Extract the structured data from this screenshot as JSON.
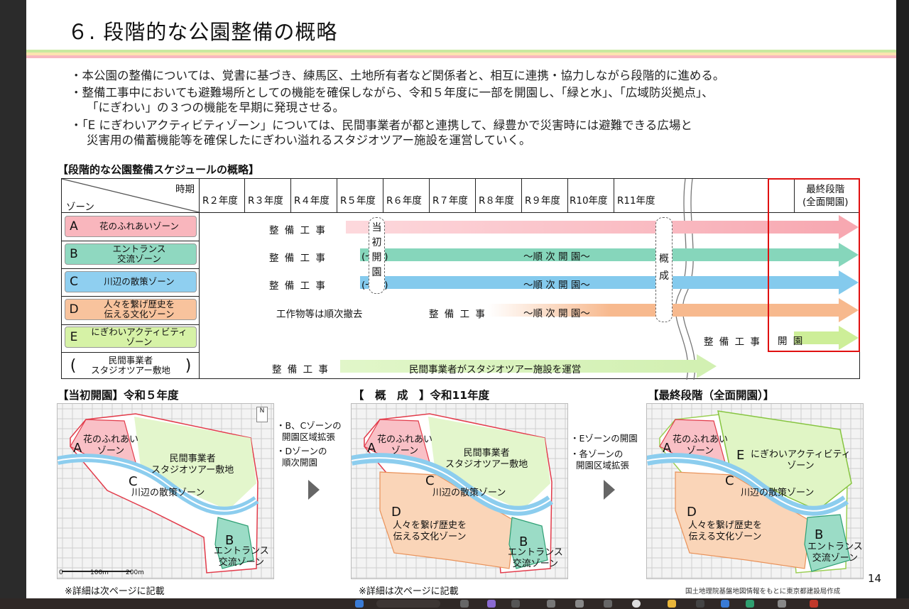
{
  "title": "６. 段階的な公園整備の概略",
  "bullets": [
    "・本公園の整備については、覚書に基づき、練馬区、土地所有者など関係者と、相互に連携・協力しながら段階的に進める。",
    "・整備工事中においても避難場所としての機能を確保しながら、令和５年度に一部を開園し、「緑と水」、「広域防災拠点」、",
    "「にぎわい」の３つの機能を早期に発現させる。",
    "・「E にぎわいアクティビティゾーン」については、民間事業者が都と連携して、緑豊かで災害時には避難できる広場と",
    "災害用の備蓄機能等を確保したにぎわい溢れるスタジオツアー施設を運営していく。"
  ],
  "schedule": {
    "heading": "【段階的な公園整備スケジュールの概略】",
    "corner_top": "時期",
    "corner_bottom": "ゾーン",
    "years": [
      "R２年度",
      "R３年度",
      "R４年度",
      "R５年度",
      "R６年度",
      "R７年度",
      "R８年度",
      "R９年度",
      "R10年度",
      "R11年度"
    ],
    "final_col": [
      "最終段階",
      "(全面開園)"
    ],
    "zones": [
      {
        "letter": "A",
        "name": "花のふれあいゾーン",
        "color": "#f9b6bd"
      },
      {
        "letter": "B",
        "name": "エントランス\n交流ゾーン",
        "color": "#8fd8c0"
      },
      {
        "letter": "C",
        "name": "川辺の散策ゾーン",
        "color": "#8fcff0"
      },
      {
        "letter": "D",
        "name": "人々を繋げ歴史を\n伝える文化ゾーン",
        "color": "#f8c39d"
      },
      {
        "letter": "E",
        "name": "にぎわいアクティビティ\nゾーン",
        "color": "#d6f2a6"
      },
      {
        "letter": "",
        "name": "民間事業者\nスタジオツアー敷地",
        "color": "#ffffff"
      }
    ],
    "work": "整 備 工 事",
    "partial": "(一部)",
    "sequential": "～順 次 開 園～",
    "removal": "工作物等は順次撤去",
    "open": "開 園",
    "private_op": "民間事業者がスタジオツアー施設を運営",
    "initial_open_pill": "当初開園",
    "outline_pill": "概成"
  },
  "stages": [
    {
      "heading": "【当初開園】令和５年度",
      "note": "※詳細は次ページに記載"
    },
    {
      "heading": "【　概　成　】令和11年度",
      "note": "※詳細は次ページに記載"
    },
    {
      "heading": "【最終段階（全面開園）】",
      "note": ""
    }
  ],
  "map_labels": {
    "a": "花のふれあい\nゾーン",
    "private": "民間事業者\nスタジオツアー敷地",
    "c": "川辺の散策ゾーン",
    "d": "人々を繋げ歴史を\n伝える文化ゾーン",
    "b": "エントランス\n交流ゾーン",
    "e": "にぎわいアクティビティ\nゾーン",
    "scale": [
      "0",
      "100m",
      "200m"
    ]
  },
  "transitions": [
    [
      "・B、Cゾーンの",
      "開園区域拡張",
      "・Dゾーンの",
      "順次開園"
    ],
    [
      "・Eゾーンの開園",
      "・各ゾーンの",
      "開園区域拡張"
    ]
  ],
  "page_number": "14",
  "credit": "国土地理院基盤地図情報をもとに東京都建設局作成"
}
